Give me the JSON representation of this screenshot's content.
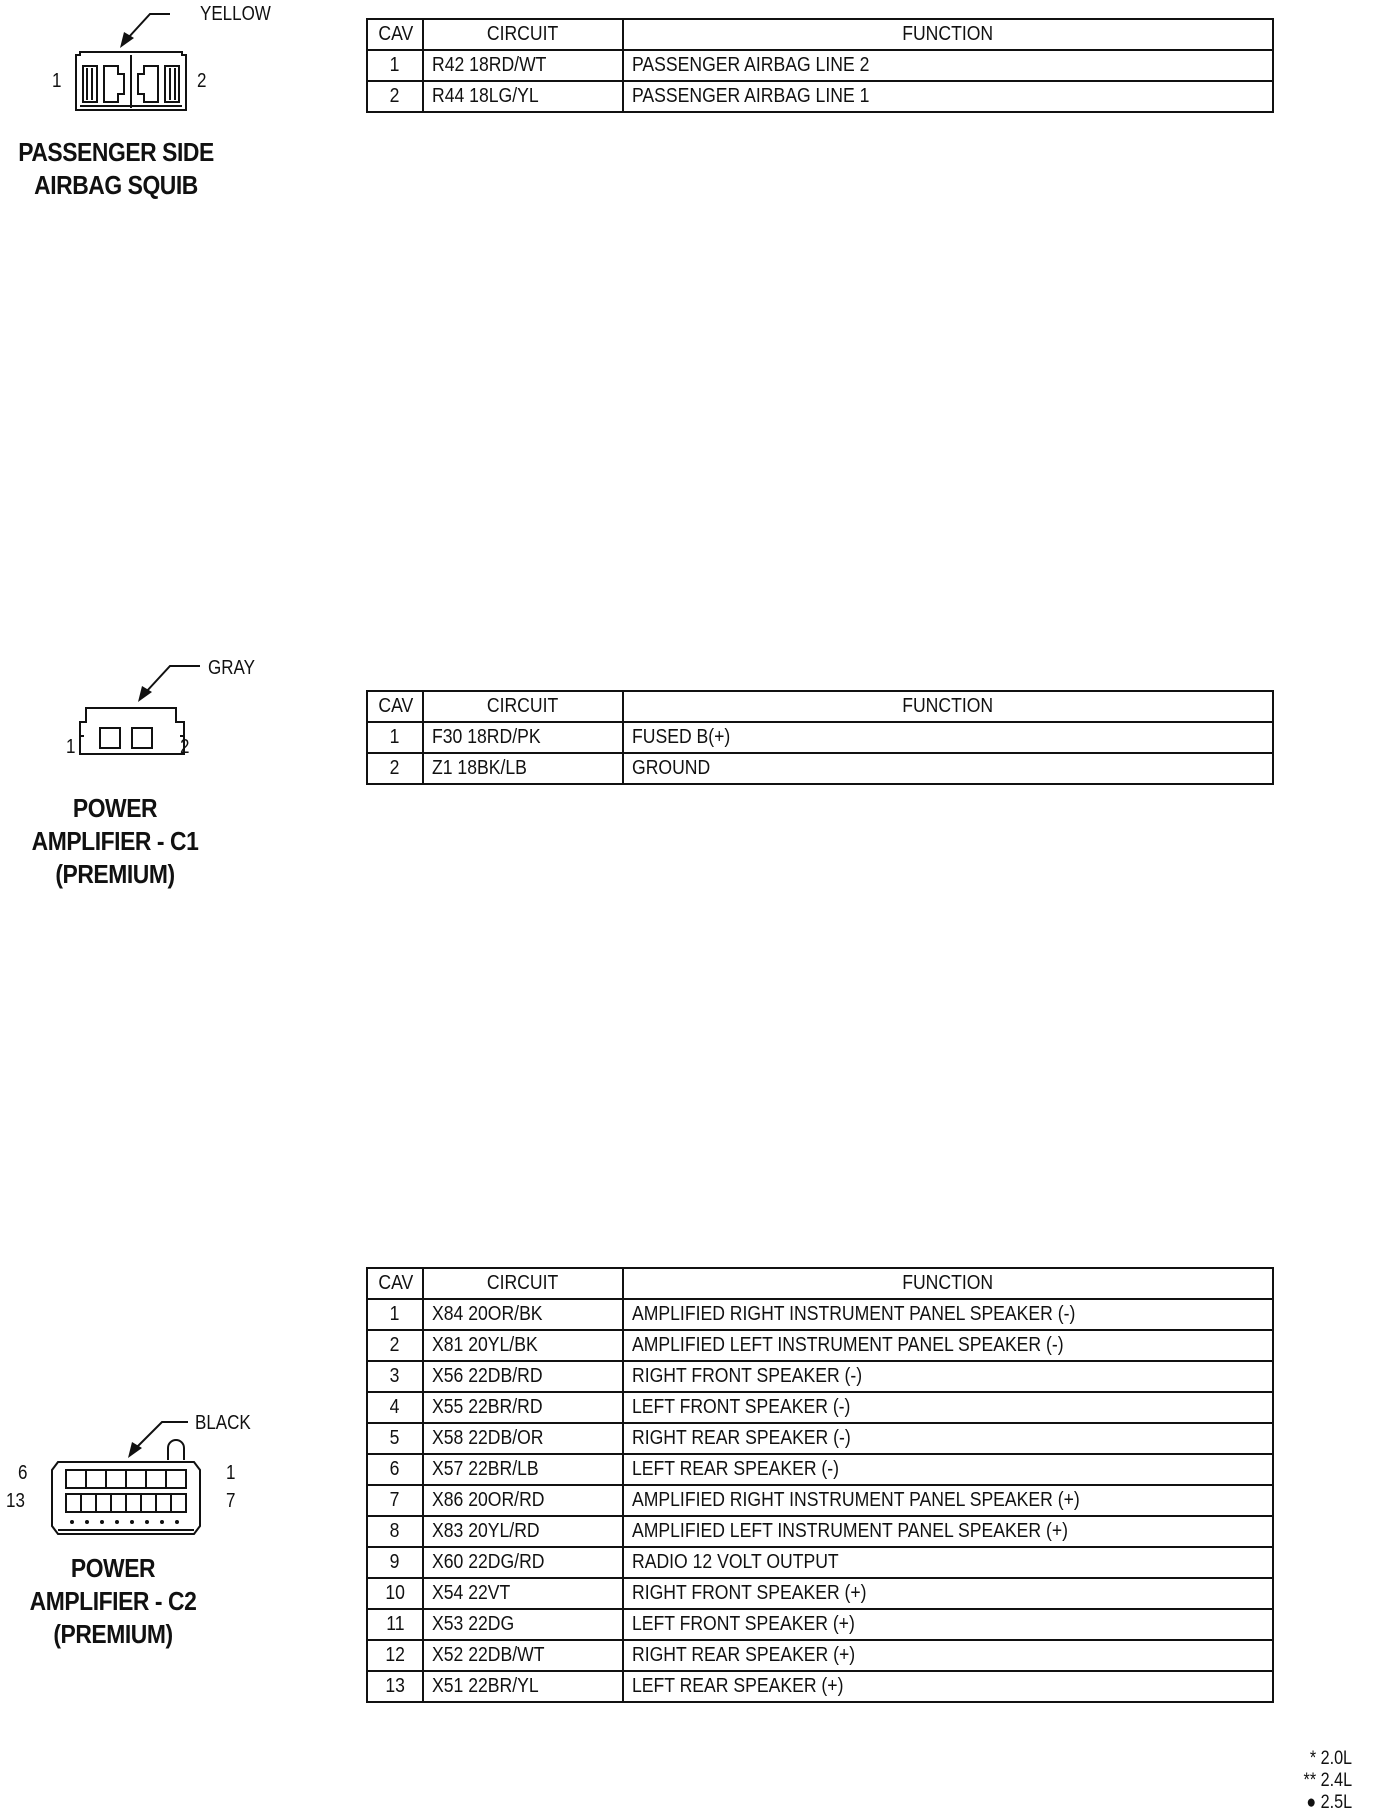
{
  "connectors": [
    {
      "name_lines": [
        "PASSENGER SIDE",
        "AIRBAG SQUIB"
      ],
      "color": "YELLOW",
      "pin_left": "1",
      "pin_right": "2",
      "table": {
        "headers": [
          "CAV",
          "CIRCUIT",
          "FUNCTION"
        ],
        "rows": [
          [
            "1",
            "R42 18RD/WT",
            "PASSENGER AIRBAG LINE 2"
          ],
          [
            "2",
            "R44 18LG/YL",
            "PASSENGER AIRBAG LINE 1"
          ]
        ]
      }
    },
    {
      "name_lines": [
        "POWER",
        "AMPLIFIER - C1",
        "(PREMIUM)"
      ],
      "color": "GRAY",
      "pin_left": "1",
      "pin_right": "2",
      "table": {
        "headers": [
          "CAV",
          "CIRCUIT",
          "FUNCTION"
        ],
        "rows": [
          [
            "1",
            "F30 18RD/PK",
            "FUSED B(+)"
          ],
          [
            "2",
            "Z1 18BK/LB",
            "GROUND"
          ]
        ]
      }
    },
    {
      "name_lines": [
        "POWER",
        "AMPLIFIER - C2",
        "(PREMIUM)"
      ],
      "color": "BLACK",
      "pin_top_left": "6",
      "pin_top_right": "1",
      "pin_bottom_left": "13",
      "pin_bottom_right": "7",
      "table": {
        "headers": [
          "CAV",
          "CIRCUIT",
          "FUNCTION"
        ],
        "rows": [
          [
            "1",
            "X84 20OR/BK",
            "AMPLIFIED RIGHT INSTRUMENT PANEL SPEAKER (-)"
          ],
          [
            "2",
            "X81 20YL/BK",
            "AMPLIFIED LEFT INSTRUMENT PANEL SPEAKER (-)"
          ],
          [
            "3",
            "X56 22DB/RD",
            "RIGHT FRONT SPEAKER (-)"
          ],
          [
            "4",
            "X55 22BR/RD",
            "LEFT FRONT SPEAKER (-)"
          ],
          [
            "5",
            "X58 22DB/OR",
            "RIGHT REAR SPEAKER (-)"
          ],
          [
            "6",
            "X57 22BR/LB",
            "LEFT REAR SPEAKER (-)"
          ],
          [
            "7",
            "X86 20OR/RD",
            "AMPLIFIED RIGHT INSTRUMENT PANEL SPEAKER (+)"
          ],
          [
            "8",
            "X83 20YL/RD",
            "AMPLIFIED LEFT INSTRUMENT PANEL SPEAKER (+)"
          ],
          [
            "9",
            "X60 22DG/RD",
            "RADIO 12 VOLT OUTPUT"
          ],
          [
            "10",
            "X54 22VT",
            "RIGHT FRONT SPEAKER (+)"
          ],
          [
            "11",
            "X53 22DG",
            "LEFT FRONT SPEAKER (+)"
          ],
          [
            "12",
            "X52 22DB/WT",
            "RIGHT REAR SPEAKER (+)"
          ],
          [
            "13",
            "X51 22BR/YL",
            "LEFT REAR SPEAKER (+)"
          ]
        ]
      }
    }
  ],
  "legend": [
    "* 2.0L",
    "** 2.4L",
    "● 2.5L"
  ]
}
